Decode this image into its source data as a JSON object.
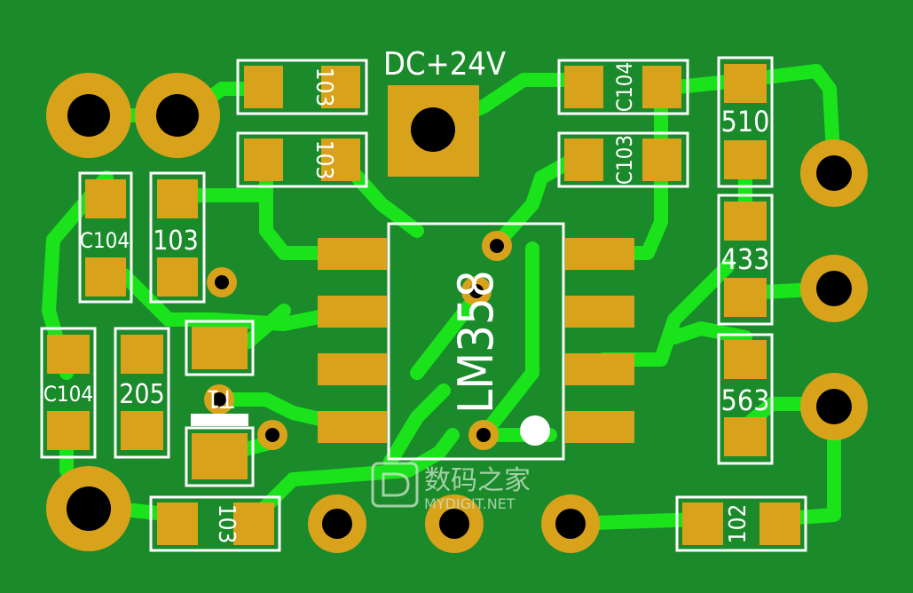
{
  "colors": {
    "board": "#1a8a2a",
    "trace": "#1be31b",
    "pad": "#d9a21b",
    "silkscreen": "#ffffff",
    "hole": "#000000"
  },
  "labels": {
    "dc24v": "DC+24V",
    "r103_top1": "103",
    "r103_top2": "103",
    "c104_topright": "C104",
    "c103_right": "C103",
    "r510": "510",
    "r433": "433",
    "r563": "563",
    "c104_left": "C104",
    "r103_left": "103",
    "c104_bottomleft": "C104",
    "r205": "205",
    "t1": "T1",
    "ic": "LM358",
    "r103_bottom": "103",
    "r102": "102"
  },
  "watermark": {
    "chinese": "数码之家",
    "site": "MYDIGIT.NET"
  }
}
